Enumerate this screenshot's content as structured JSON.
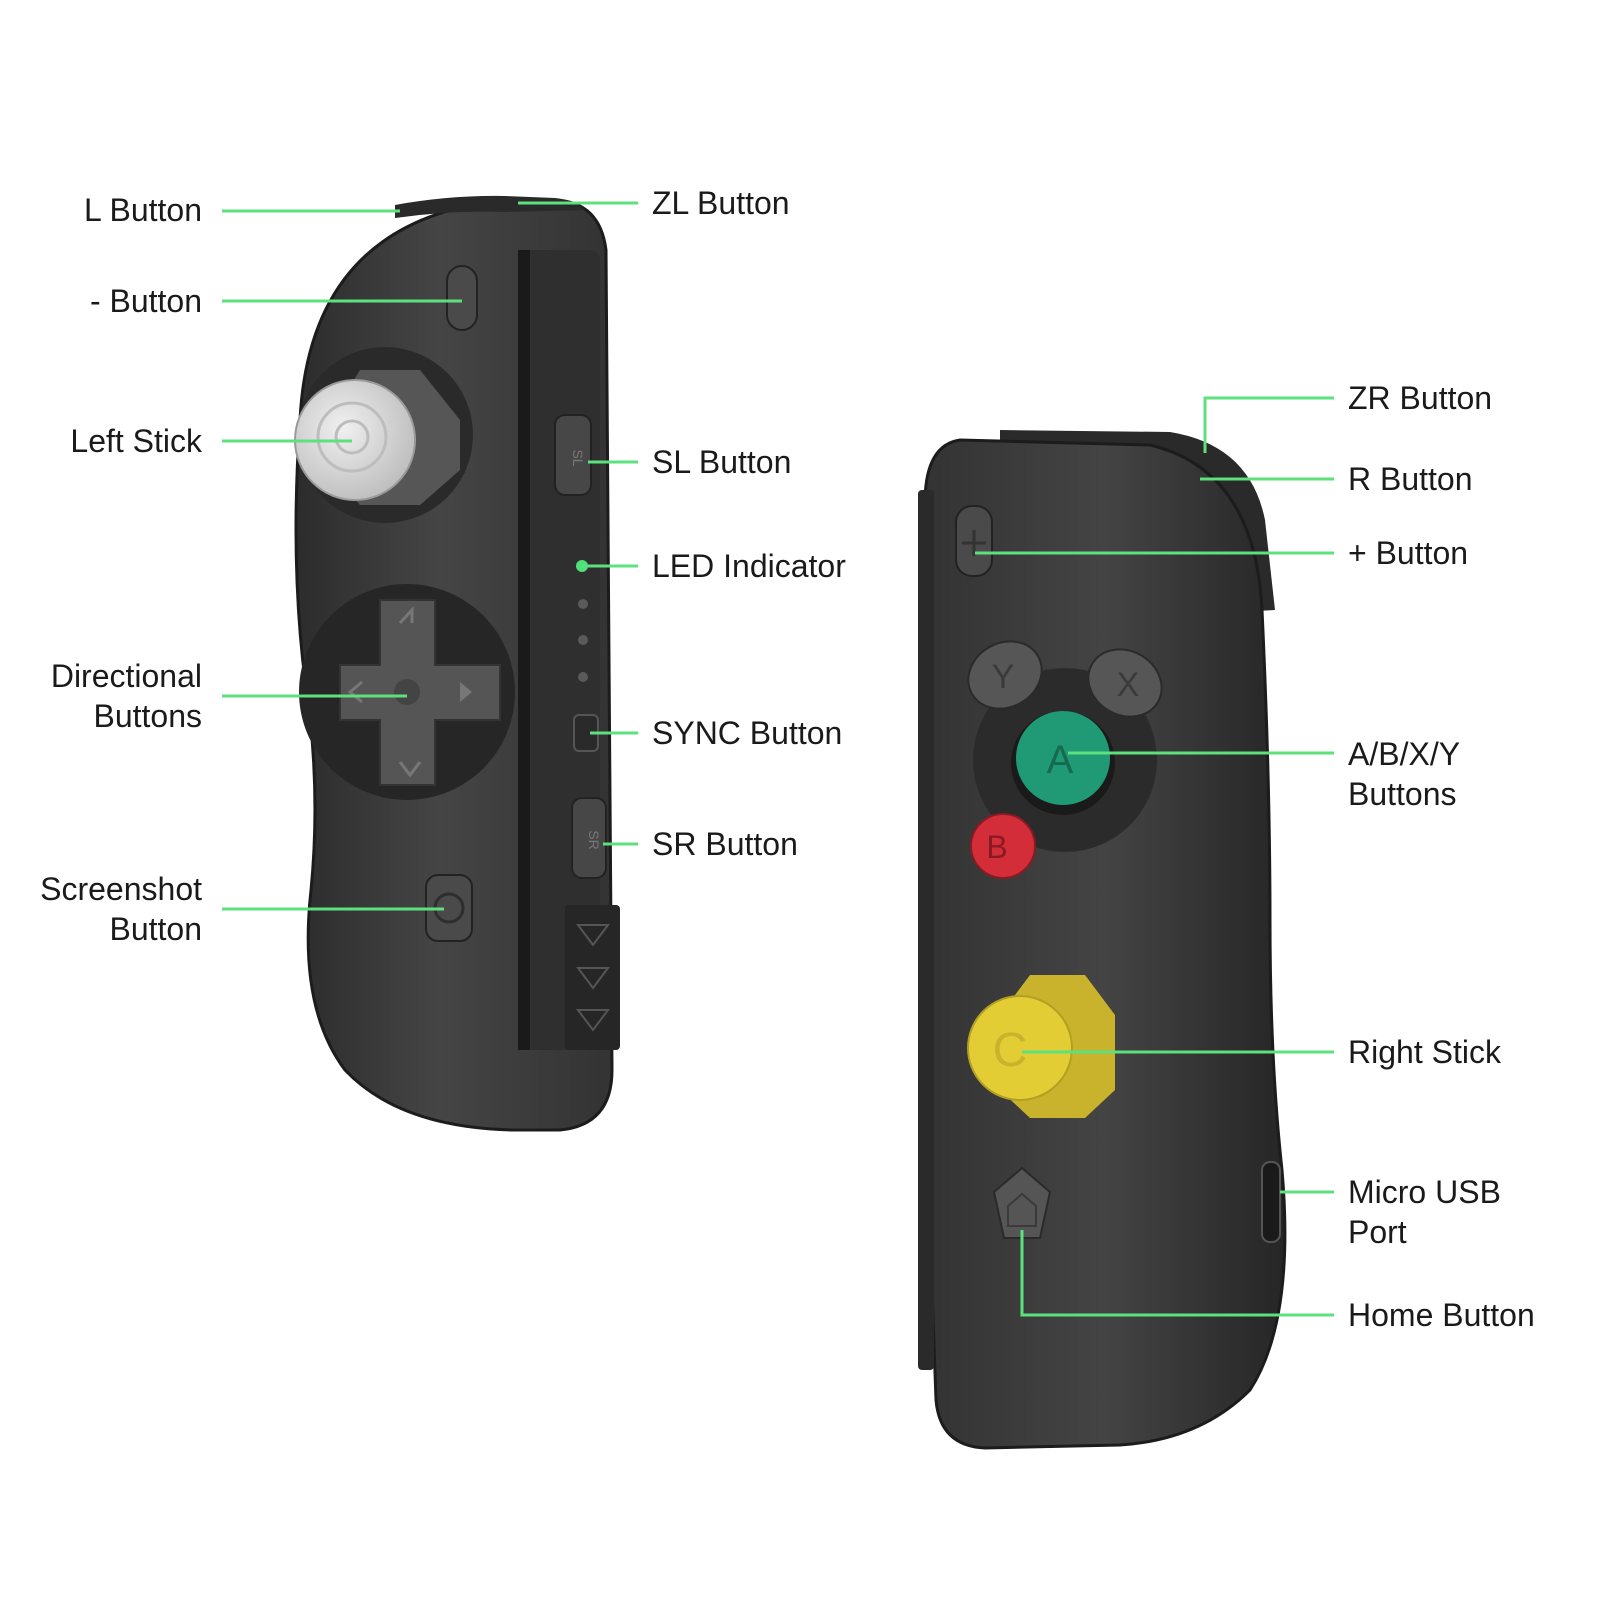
{
  "colors": {
    "leader": "#5de07e",
    "body": "#3d3d3d",
    "body_dark": "#252525",
    "button_gray": "#4f4f4f",
    "stick_light": "#d9d9d9",
    "a_button": "#1f9a74",
    "b_button": "#d42d3a",
    "c_stick": "#e3cd34",
    "led": "#4ee07a"
  },
  "labels": {
    "l_button": "L Button",
    "minus_button": "- Button",
    "left_stick": "Left Stick",
    "directional_1": "Directional",
    "directional_2": "Buttons",
    "screenshot_1": "Screenshot",
    "screenshot_2": "Button",
    "zl_button": "ZL Button",
    "sl_button": "SL Button",
    "led_indicator": "LED Indicator",
    "sync_button": "SYNC Button",
    "sr_button": "SR Button",
    "zr_button": "ZR Button",
    "r_button": "R Button",
    "plus_button": "+ Button",
    "abxy_1": "A/B/X/Y",
    "abxy_2": "Buttons",
    "right_stick": "Right Stick",
    "usb_1": "Micro USB",
    "usb_2": "Port",
    "home_button": "Home Button"
  },
  "glyphs": {
    "sl": "SL",
    "sr": "SR",
    "a": "A",
    "b": "B",
    "x": "X",
    "y": "Y",
    "c": "C"
  },
  "icons": {
    "dpad": "dpad-icon",
    "home": "home-pentagon-icon",
    "usb": "usb-port-icon"
  }
}
